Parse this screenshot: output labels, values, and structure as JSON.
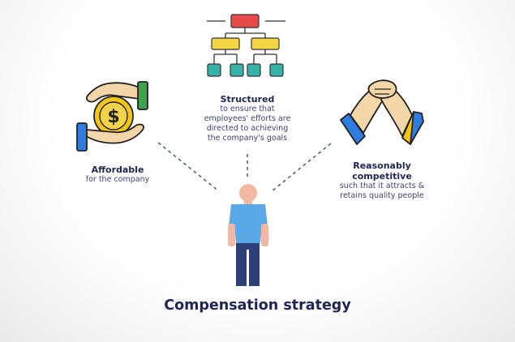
{
  "title": "Compensation strategy",
  "pillars": [
    {
      "title": "Affordable",
      "desc": [
        "for the company"
      ],
      "icon": "hands-dollar-coin-icon"
    },
    {
      "title": "Structured",
      "desc": [
        "to ensure that",
        "employees' efforts are",
        "directed to achieving",
        "the company's goals"
      ],
      "icon": "org-chart-icon"
    },
    {
      "title": "Reasonably",
      "title2": "competitive",
      "desc": [
        "such that it attracts &",
        "retains quality people"
      ],
      "icon": "handshake-icon"
    }
  ],
  "colors": {
    "navy": "#1f2550",
    "coin_gold": "#f5c518",
    "hand_skin": "#f5d6a8",
    "cuff_green": "#3fa34d",
    "cuff_blue": "#2f7de1",
    "org_red": "#e84a4a",
    "org_yellow": "#f6d545",
    "org_teal": "#36b3a8",
    "shirt_blue": "#5aa9e6",
    "pants_navy": "#2b3f7a",
    "skin": "#f2b8a2"
  }
}
